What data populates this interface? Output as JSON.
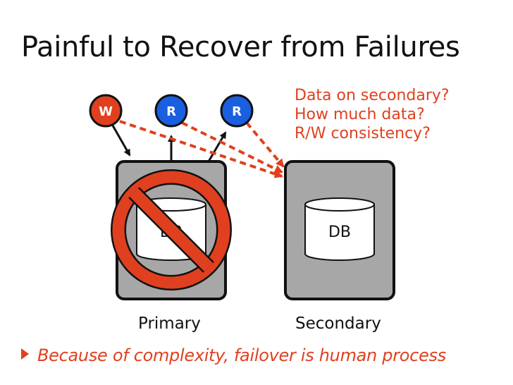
{
  "title": "Painful to Recover from Failures",
  "questions": [
    "Data on secondary?",
    "How much data?",
    "R/W consistency?"
  ],
  "clients": [
    {
      "label": "W",
      "color": "#e0401f"
    },
    {
      "label": "R",
      "color": "#1a5fe0"
    },
    {
      "label": "R",
      "color": "#1a5fe0"
    }
  ],
  "servers": {
    "primary": {
      "label": "Primary",
      "db_label": "DB",
      "status": "failed"
    },
    "secondary": {
      "label": "Secondary",
      "db_label": "DB"
    }
  },
  "bullet": "Because of complexity, failover is human process",
  "colors": {
    "accent": "#e0401f",
    "read_client": "#1a5fe0",
    "server_fill": "#a7a7a7",
    "server_border": "#111111"
  },
  "icons": [
    "no-entry-icon",
    "database-icon",
    "bullet-triangle-icon"
  ]
}
